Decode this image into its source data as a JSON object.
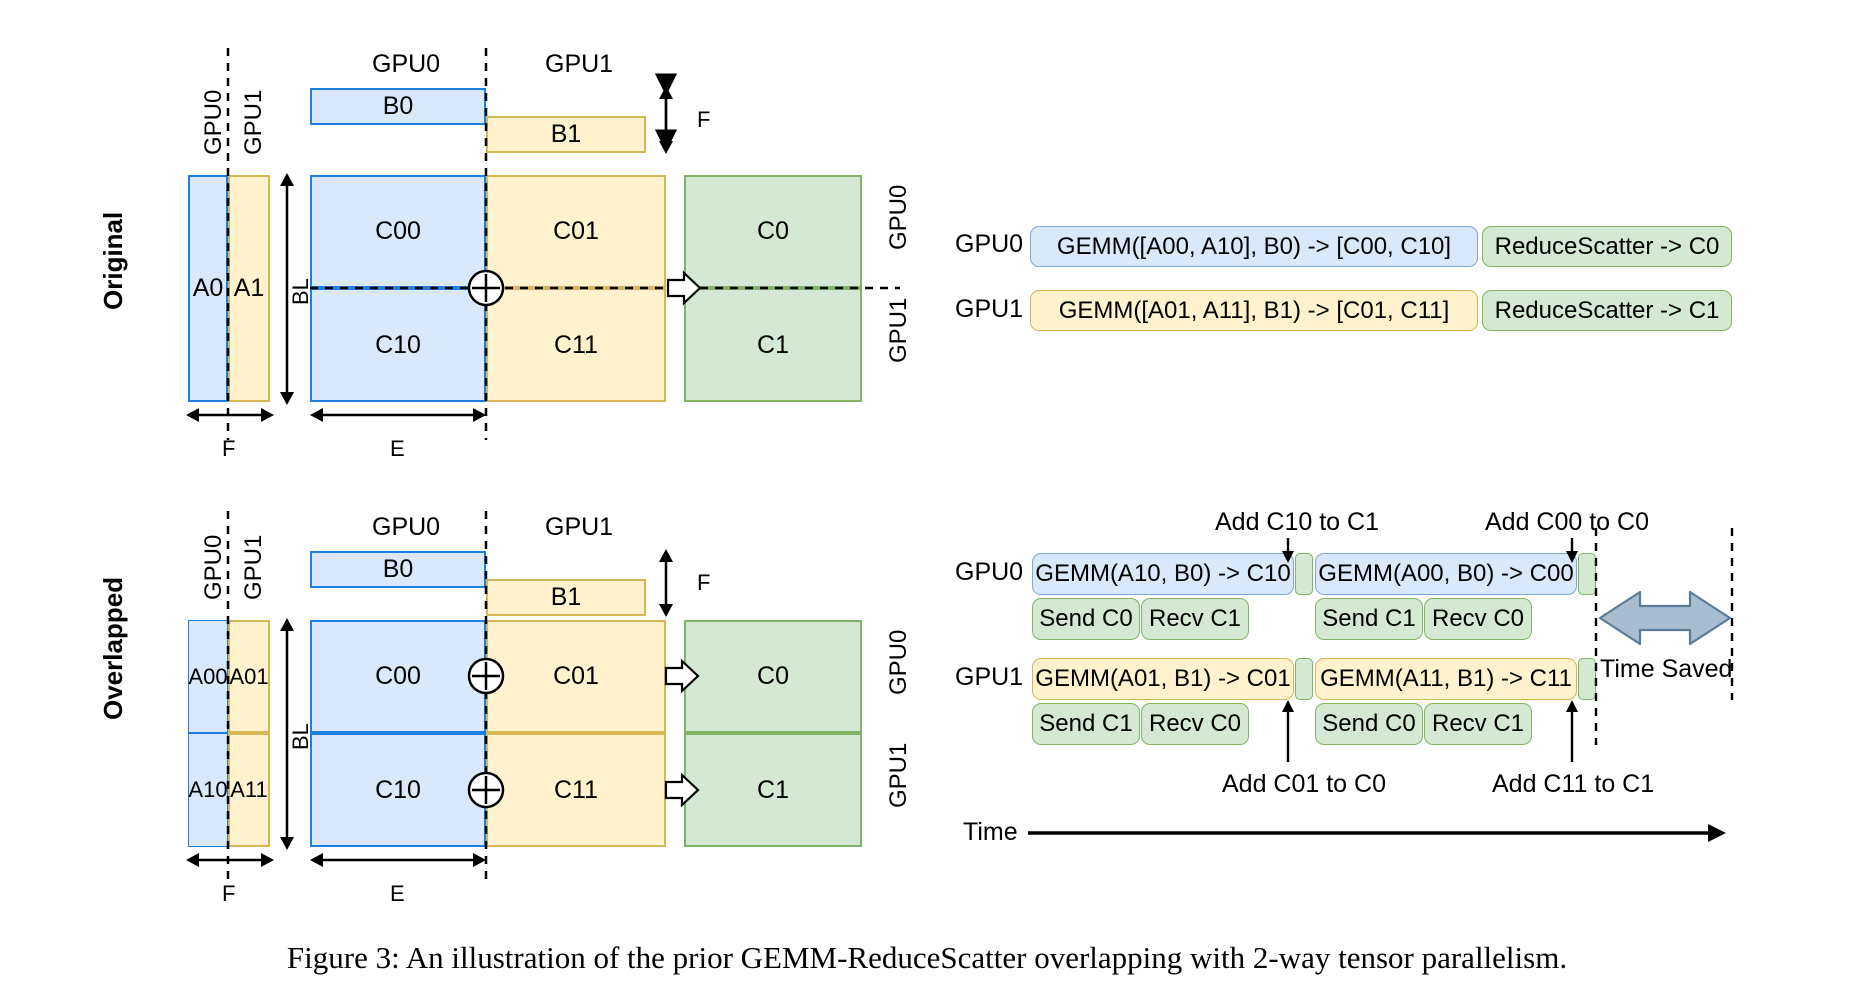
{
  "figure": {
    "caption": "Figure 3: An illustration of the prior GEMM-ReduceScatter overlapping with 2-way tensor parallelism."
  },
  "colors": {
    "blue_fill": "#dae8fc",
    "blue_stroke": "#1f7fe0",
    "yellow_fill": "#fff2cc",
    "yellow_stroke": "#d6b656",
    "green_fill": "#d5e8d4",
    "green_stroke": "#82b366",
    "arrow_gray": "#a9bdd1"
  },
  "sections": {
    "original": {
      "title": "Original"
    },
    "overlapped": {
      "title": "Overlapped"
    }
  },
  "original": {
    "diagram": {
      "a_col_headers": [
        "GPU0",
        "GPU1"
      ],
      "a_blocks": [
        "A0",
        "A1"
      ],
      "b_col_headers": [
        "GPU0",
        "GPU1"
      ],
      "b_blocks": [
        "B0",
        "B1"
      ],
      "c_blocks": [
        "C00",
        "C01",
        "C10",
        "C11"
      ],
      "out_blocks": [
        "C0",
        "C1"
      ],
      "out_row_headers": [
        "GPU0",
        "GPU1"
      ],
      "dim_labels": {
        "f_vertical": "F",
        "bl": "BL",
        "f_horizontal": "F",
        "e": "E"
      }
    },
    "timeline": {
      "rows": [
        {
          "label": "GPU0",
          "bars": [
            {
              "text": "GEMM([A00, A10], B0) -> [C00, C10]",
              "kind": "gemm-blue"
            },
            {
              "text": "ReduceScatter -> C0",
              "kind": "comm-green"
            }
          ]
        },
        {
          "label": "GPU1",
          "bars": [
            {
              "text": "GEMM([A01, A11], B1) -> [C01, C11]",
              "kind": "gemm-yellow"
            },
            {
              "text": "ReduceScatter -> C1",
              "kind": "comm-green"
            }
          ]
        }
      ]
    }
  },
  "overlapped": {
    "diagram": {
      "a_col_headers": [
        "GPU0",
        "GPU1"
      ],
      "a_blocks": [
        "A00",
        "A01",
        "A10",
        "A11"
      ],
      "b_col_headers": [
        "GPU0",
        "GPU1"
      ],
      "b_blocks": [
        "B0",
        "B1"
      ],
      "c_blocks": [
        "C00",
        "C01",
        "C10",
        "C11"
      ],
      "out_blocks": [
        "C0",
        "C1"
      ],
      "out_row_headers": [
        "GPU0",
        "GPU1"
      ],
      "dim_labels": {
        "f_vertical": "F",
        "bl": "BL",
        "f_horizontal": "F",
        "e": "E"
      }
    },
    "timeline": {
      "axis_label": "Time",
      "time_saved_label": "Time Saved",
      "rows": [
        {
          "label": "GPU0",
          "compute": [
            {
              "text": "GEMM(A10, B0) -> C10",
              "kind": "gemm-blue"
            },
            {
              "text": "GEMM(A00, B0) -> C00",
              "kind": "gemm-blue"
            }
          ],
          "comm": [
            {
              "text": "Send C0",
              "kind": "comm-green"
            },
            {
              "text": "Recv C1",
              "kind": "comm-green"
            },
            {
              "text": "Send C1",
              "kind": "comm-green"
            },
            {
              "text": "Recv C0",
              "kind": "comm-green"
            }
          ]
        },
        {
          "label": "GPU1",
          "compute": [
            {
              "text": "GEMM(A01, B1) -> C01",
              "kind": "gemm-yellow"
            },
            {
              "text": "GEMM(A11, B1) -> C11",
              "kind": "gemm-yellow"
            }
          ],
          "comm": [
            {
              "text": "Send C1",
              "kind": "comm-green"
            },
            {
              "text": "Recv C0",
              "kind": "comm-green"
            },
            {
              "text": "Send C0",
              "kind": "comm-green"
            },
            {
              "text": "Recv C1",
              "kind": "comm-green"
            }
          ]
        }
      ],
      "annotations": {
        "top_left": "Add C10 to C1",
        "top_right": "Add C00 to C0",
        "bottom_left": "Add C01 to C0",
        "bottom_right": "Add C11 to C1"
      }
    }
  }
}
